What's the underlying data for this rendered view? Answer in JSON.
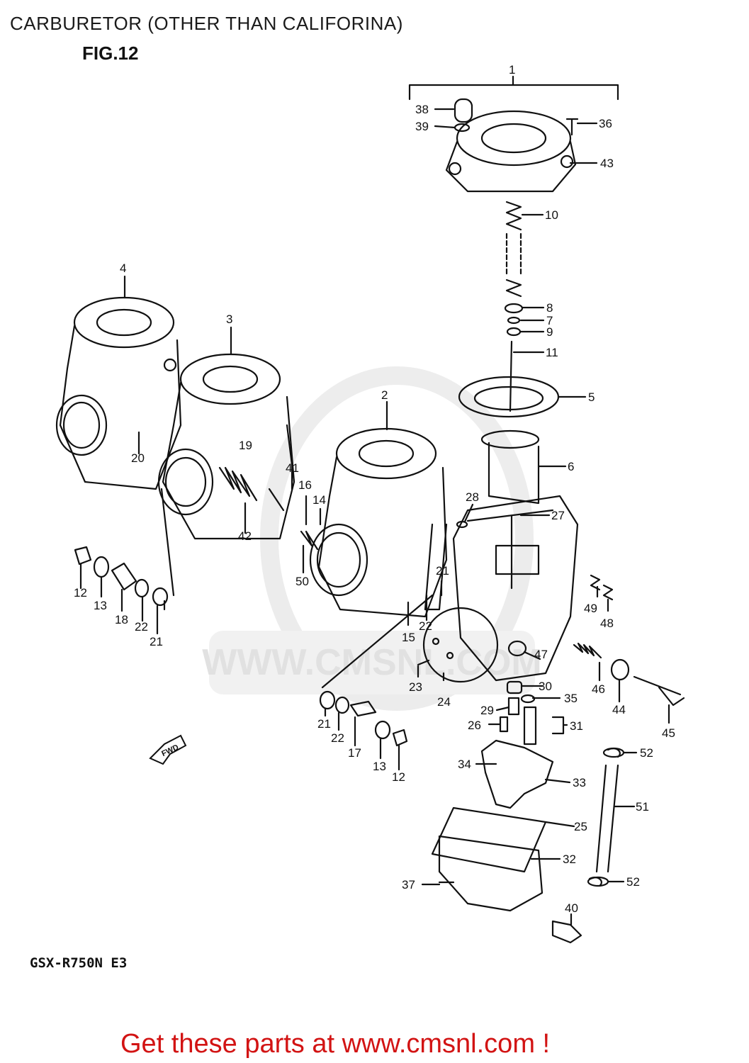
{
  "header": {
    "title": "CARBURETOR (OTHER THAN CALIFORINA)",
    "figure": "FIG.12"
  },
  "footer": {
    "model": "GSX-R750N E3",
    "call_to_action": "Get these parts at www.cmsnl.com !"
  },
  "watermark": "WWW.CMSNL.COM",
  "fwd_arrow": "FWD",
  "colors": {
    "line": "#111111",
    "cta": "#d21313",
    "watermark": "#d9d9d9"
  },
  "callouts": [
    "1",
    "2",
    "3",
    "4",
    "5",
    "6",
    "7",
    "8",
    "9",
    "10",
    "11",
    "12",
    "13",
    "14",
    "15",
    "16",
    "17",
    "18",
    "19",
    "20",
    "21",
    "22",
    "23",
    "24",
    "25",
    "26",
    "27",
    "28",
    "29",
    "30",
    "31",
    "32",
    "33",
    "34",
    "35",
    "36",
    "37",
    "38",
    "39",
    "40",
    "41",
    "42",
    "43",
    "44",
    "45",
    "46",
    "47",
    "48",
    "49",
    "50",
    "51",
    "52"
  ]
}
